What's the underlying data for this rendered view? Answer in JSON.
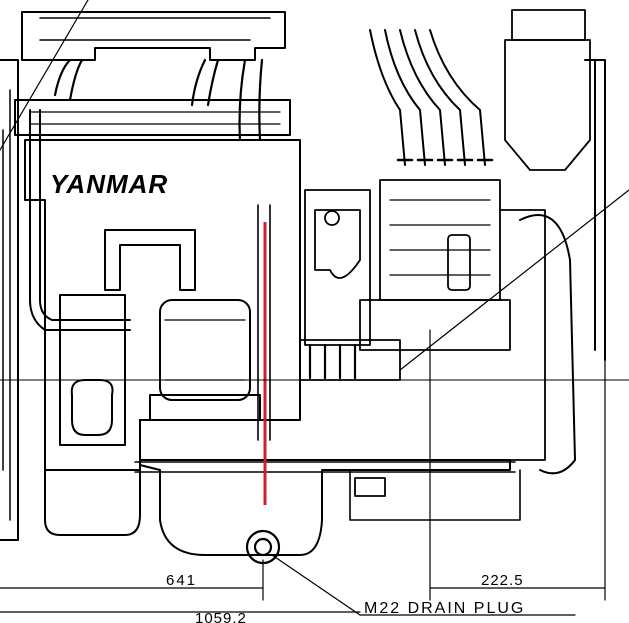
{
  "drawing": {
    "brand_text": "YANMAR",
    "dimensions": [
      {
        "value": "641"
      },
      {
        "value": "222.5"
      },
      {
        "value": "1059.2"
      }
    ],
    "callout": {
      "text": "M22 DRAIN PLUG"
    },
    "colors": {
      "ink": "#000000",
      "paper": "#ffffff",
      "highlight": "#cc1f2f"
    }
  }
}
